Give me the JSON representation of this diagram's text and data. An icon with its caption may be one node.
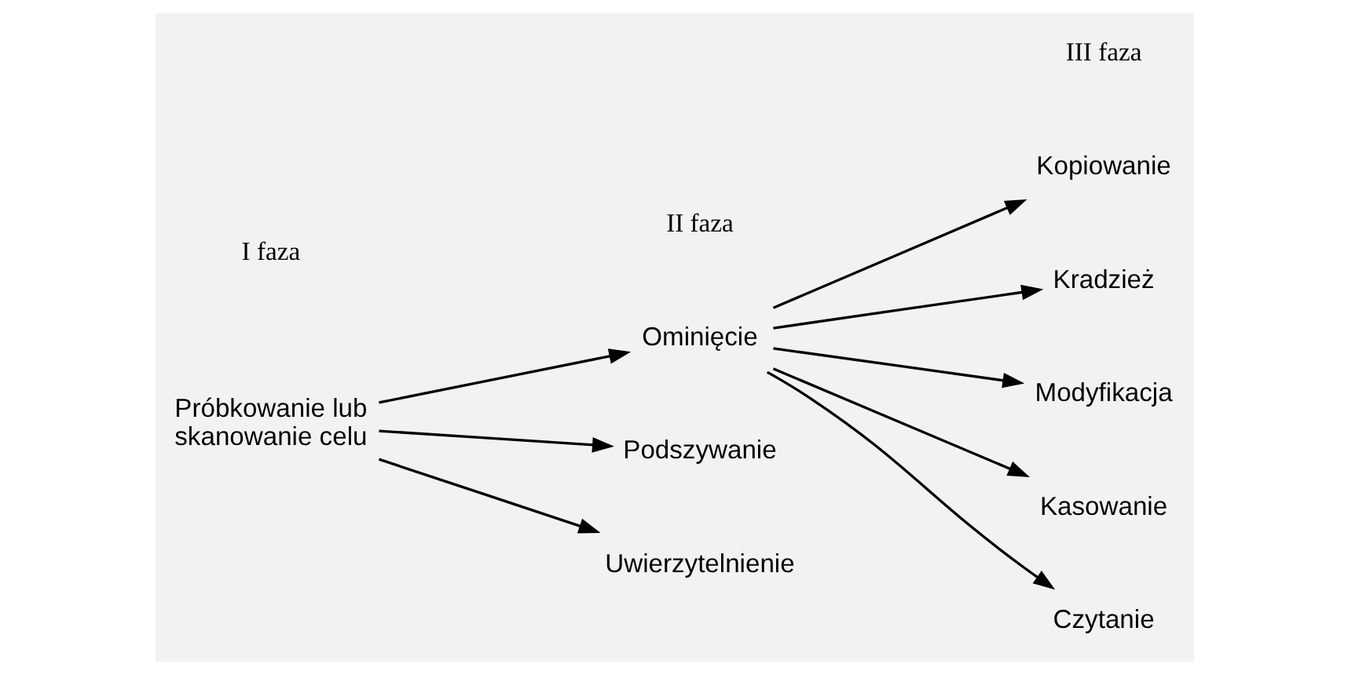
{
  "diagram": {
    "nodes": [
      {
        "text": [
          "Próbkowanie lub skanowanie celu"
        ]
      },
      {
        "text": [
          "Uwierzytelnienie"
        ]
      },
      {
        "text": [
          "Ominięcie"
        ]
      },
      {
        "text": [
          "Podszywanie"
        ]
      },
      {
        "text": [
          "Czytanie"
        ]
      },
      {
        "text": [
          "Kopiowanie"
        ]
      },
      {
        "text": [
          "Kradzież"
        ]
      },
      {
        "text": [
          "Modyfikacja"
        ]
      },
      {
        "text": [
          "Kasowanie"
        ]
      }
    ],
    "edges": [
      {
        "from": 0,
        "to": 1,
        "arrow": "to"
      },
      {
        "from": 0,
        "to": 2,
        "arrow": "to"
      },
      {
        "from": 0,
        "to": 3,
        "arrow": "to"
      },
      {
        "from": 2,
        "to": 4,
        "arrow": "to"
      },
      {
        "from": 2,
        "to": 5,
        "arrow": "to"
      },
      {
        "from": 2,
        "to": 6,
        "arrow": "to"
      },
      {
        "from": 2,
        "to": 7,
        "arrow": "to"
      },
      {
        "from": 2,
        "to": 8,
        "arrow": "to"
      }
    ],
    "labels": [
      "I faza",
      "II faza",
      "III faza"
    ]
  }
}
